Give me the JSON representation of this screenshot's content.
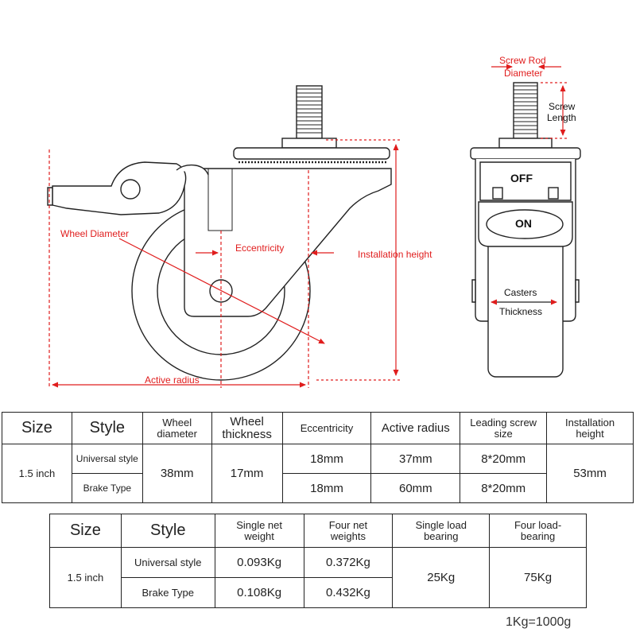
{
  "diagram": {
    "side_view_labels": {
      "wheel_diameter": "Wheel Diameter",
      "eccentricity": "Eccentricity",
      "installation_height": "Installation height",
      "active_radius": "Active radius"
    },
    "front_view_labels": {
      "screw_rod_diameter_line1": "Screw Rod",
      "screw_rod_diameter_line2": "Diameter",
      "screw_length_line1": "Screw",
      "screw_length_line2": "Length",
      "casters_thickness_line1": "Casters",
      "casters_thickness_line2": "Thickness",
      "brake_off": "OFF",
      "brake_on": "ON"
    },
    "colors": {
      "dimension": "#e01d1d",
      "outline": "#222222"
    }
  },
  "table1": {
    "headers": {
      "size": "Size",
      "style": "Style",
      "wheel_diameter_line1": "Wheel",
      "wheel_diameter_line2": "diameter",
      "wheel_thickness_line1": "Wheel",
      "wheel_thickness_line2": "thickness",
      "eccentricity": "Eccentricity",
      "active_radius": "Active radius",
      "leading_screw_line1": "Leading screw",
      "leading_screw_line2": "size",
      "installation_height_line1": "Installation",
      "installation_height_line2": "height"
    },
    "size": "1.5 inch",
    "wheel_diameter": "38mm",
    "wheel_thickness": "17mm",
    "installation_height": "53mm",
    "rows": [
      {
        "style": "Universal style",
        "eccentricity": "18mm",
        "active_radius": "37mm",
        "screw_size": "8*20mm"
      },
      {
        "style": "Brake Type",
        "eccentricity": "18mm",
        "active_radius": "60mm",
        "screw_size": "8*20mm"
      }
    ]
  },
  "table2": {
    "headers": {
      "size": "Size",
      "style": "Style",
      "single_net_line1": "Single net",
      "single_net_line2": "weight",
      "four_net_line1": "Four net",
      "four_net_line2": "weights",
      "single_load_line1": "Single load",
      "single_load_line2": "bearing",
      "four_load_line1": "Four load-",
      "four_load_line2": "bearing"
    },
    "size": "1.5 inch",
    "single_load": "25Kg",
    "four_load": "75Kg",
    "rows": [
      {
        "style": "Universal style",
        "single_net": "0.093Kg",
        "four_net": "0.372Kg"
      },
      {
        "style": "Brake Type",
        "single_net": "0.108Kg",
        "four_net": "0.432Kg"
      }
    ]
  },
  "footnote": "1Kg=1000g"
}
